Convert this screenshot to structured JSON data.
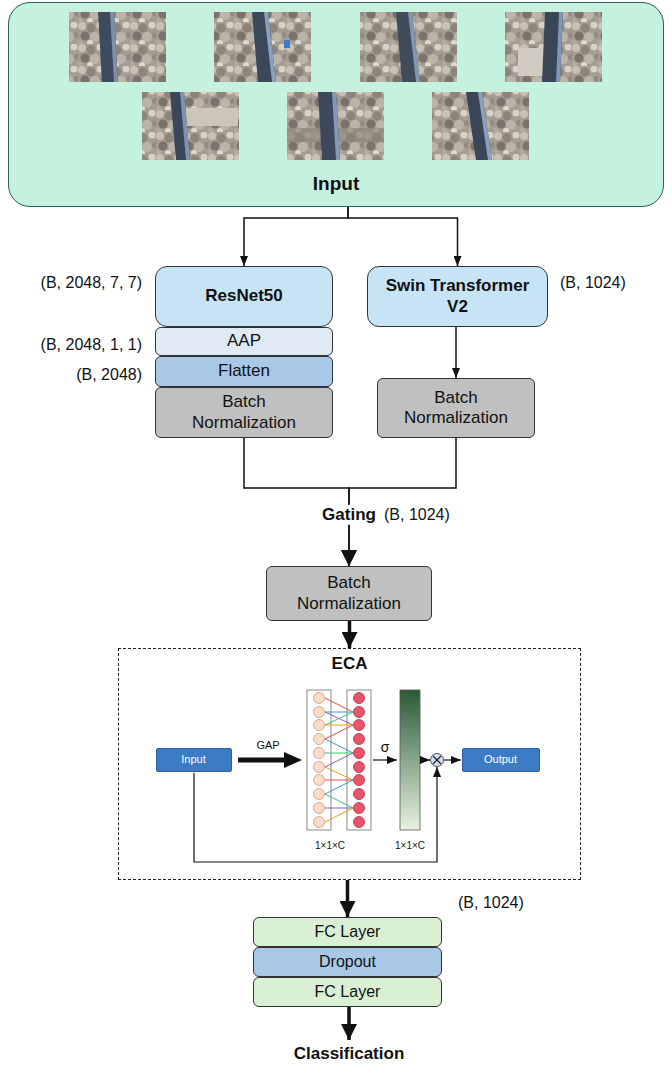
{
  "diagram": {
    "nodes": [
      {
        "text": [
          "Input"
        ]
      },
      {
        "text": [
          "ResNet50"
        ]
      },
      {
        "text": [
          "Swin Transformer V2"
        ]
      },
      {
        "text": [
          "AAP"
        ]
      },
      {
        "text": [
          "Flatten"
        ]
      },
      {
        "text": [
          "Batch Normalization"
        ]
      },
      {
        "text": [
          "Batch Normalization"
        ]
      },
      {
        "text": [
          "Batch Normalization"
        ]
      },
      {
        "text": [
          "ECA"
        ]
      },
      {
        "text": [
          "Input"
        ],
        "in": 8
      },
      {
        "text": [
          "Output"
        ],
        "in": 8
      },
      {
        "text": [
          "FC Layer"
        ]
      },
      {
        "text": [
          "Dropout"
        ]
      },
      {
        "text": [
          "FC Layer"
        ]
      }
    ],
    "edges": [
      {
        "from": 0,
        "to": 1,
        "arrow": "to"
      },
      {
        "from": 0,
        "to": 2,
        "arrow": "to"
      },
      {
        "from": 2,
        "to": 6,
        "arrow": "to"
      },
      {
        "from": 5,
        "to": 7,
        "arrow": "to"
      },
      {
        "from": 6,
        "to": 7,
        "arrow": "to"
      },
      {
        "from": 7,
        "to": 8,
        "arrow": "to"
      },
      {
        "from": 8,
        "to": 11,
        "arrow": "to"
      }
    ],
    "labels": [
      "(B, 2048, 7, 7)",
      "(B, 1024)",
      "(B, 2048, 1, 1)",
      "(B, 2048)",
      "Gating",
      "(B, 1024)",
      "GAP",
      "σ",
      "1×1×C",
      "1×1×C",
      "(B, 1024)",
      "Classification"
    ]
  }
}
